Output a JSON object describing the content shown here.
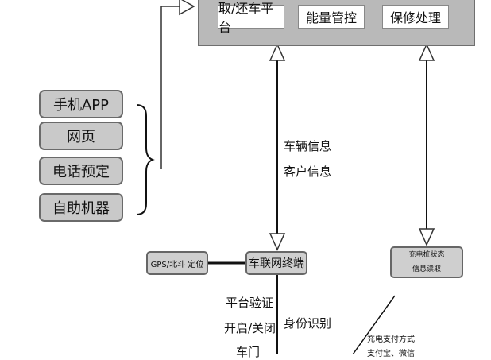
{
  "platform": {
    "buttons": [
      "取/还车平台",
      "能量管控",
      "保修处理"
    ]
  },
  "channels": [
    "手机APP",
    "网页",
    "电话预定",
    "自助机器"
  ],
  "links": {
    "vehicle_info": "车辆信息",
    "customer_info": "客户信息"
  },
  "gps": "GPS/北斗 定位",
  "telematics": "车联网终端",
  "charger": {
    "line1": "充电桩状态",
    "line2": "信息读取"
  },
  "bottom": {
    "platform_verify": "平台验证",
    "open_close": "开启/关闭",
    "door": "车门",
    "identity": "身份识别",
    "payment": "充电支付方式",
    "pay_methods": "支付宝、微信"
  },
  "colors": {
    "box_fill": "#c9c9c9",
    "platform_fill": "#b9b9b9",
    "stroke": "#222222"
  }
}
